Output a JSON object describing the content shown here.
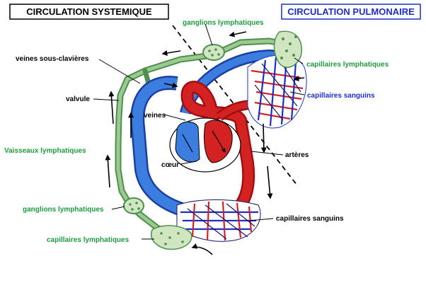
{
  "headers": {
    "systemic": "CIRCULATION SYSTEMIQUE",
    "pulmonary": "CIRCULATION PULMONAIRE"
  },
  "labels": {
    "ganglions_top": "ganglions lymphatiques",
    "capillaires_lymph_right": "capillaires lymphatiques",
    "capillaires_sang_right": "capillaires sanguins",
    "veines_sous_clavieres": "veines sous-clavières",
    "valvule": "valvule",
    "veines": "veines",
    "vaisseaux_lymph": "Vaisseaux lymphatiques",
    "coeur": "cœur",
    "arteres": "artères",
    "ganglions_bottom": "ganglions lymphatiques",
    "capillaires_sang_bottom": "capillaires sanguins",
    "capillaires_lymph_bottom": "capillaires lymphatiques"
  },
  "colors": {
    "venous": "#2e6fd0",
    "arterial": "#d42222",
    "lymphatic": "#6aa86a",
    "lymph_fill": "#cfe6c0",
    "label_green": "#1f9a3f",
    "label_blue": "#1b2fc8",
    "capillary_dark": "#1a1470"
  }
}
